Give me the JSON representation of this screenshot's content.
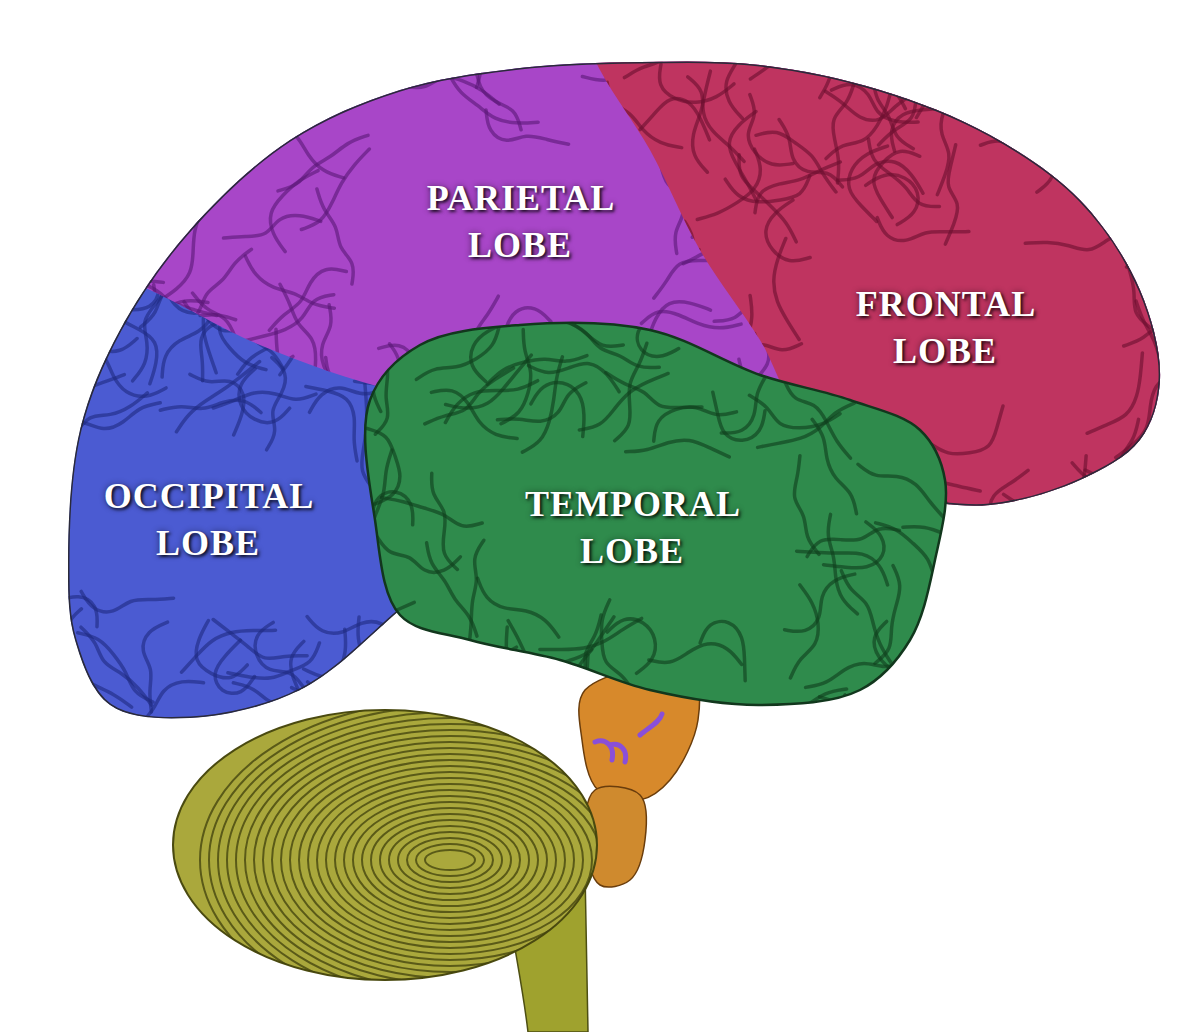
{
  "diagram": {
    "labels": [
      "PARIETAL LOBE",
      "FRONTAL LOBE",
      "OCCIPITAL LOBE",
      "TEMPORAL LOBE"
    ]
  }
}
